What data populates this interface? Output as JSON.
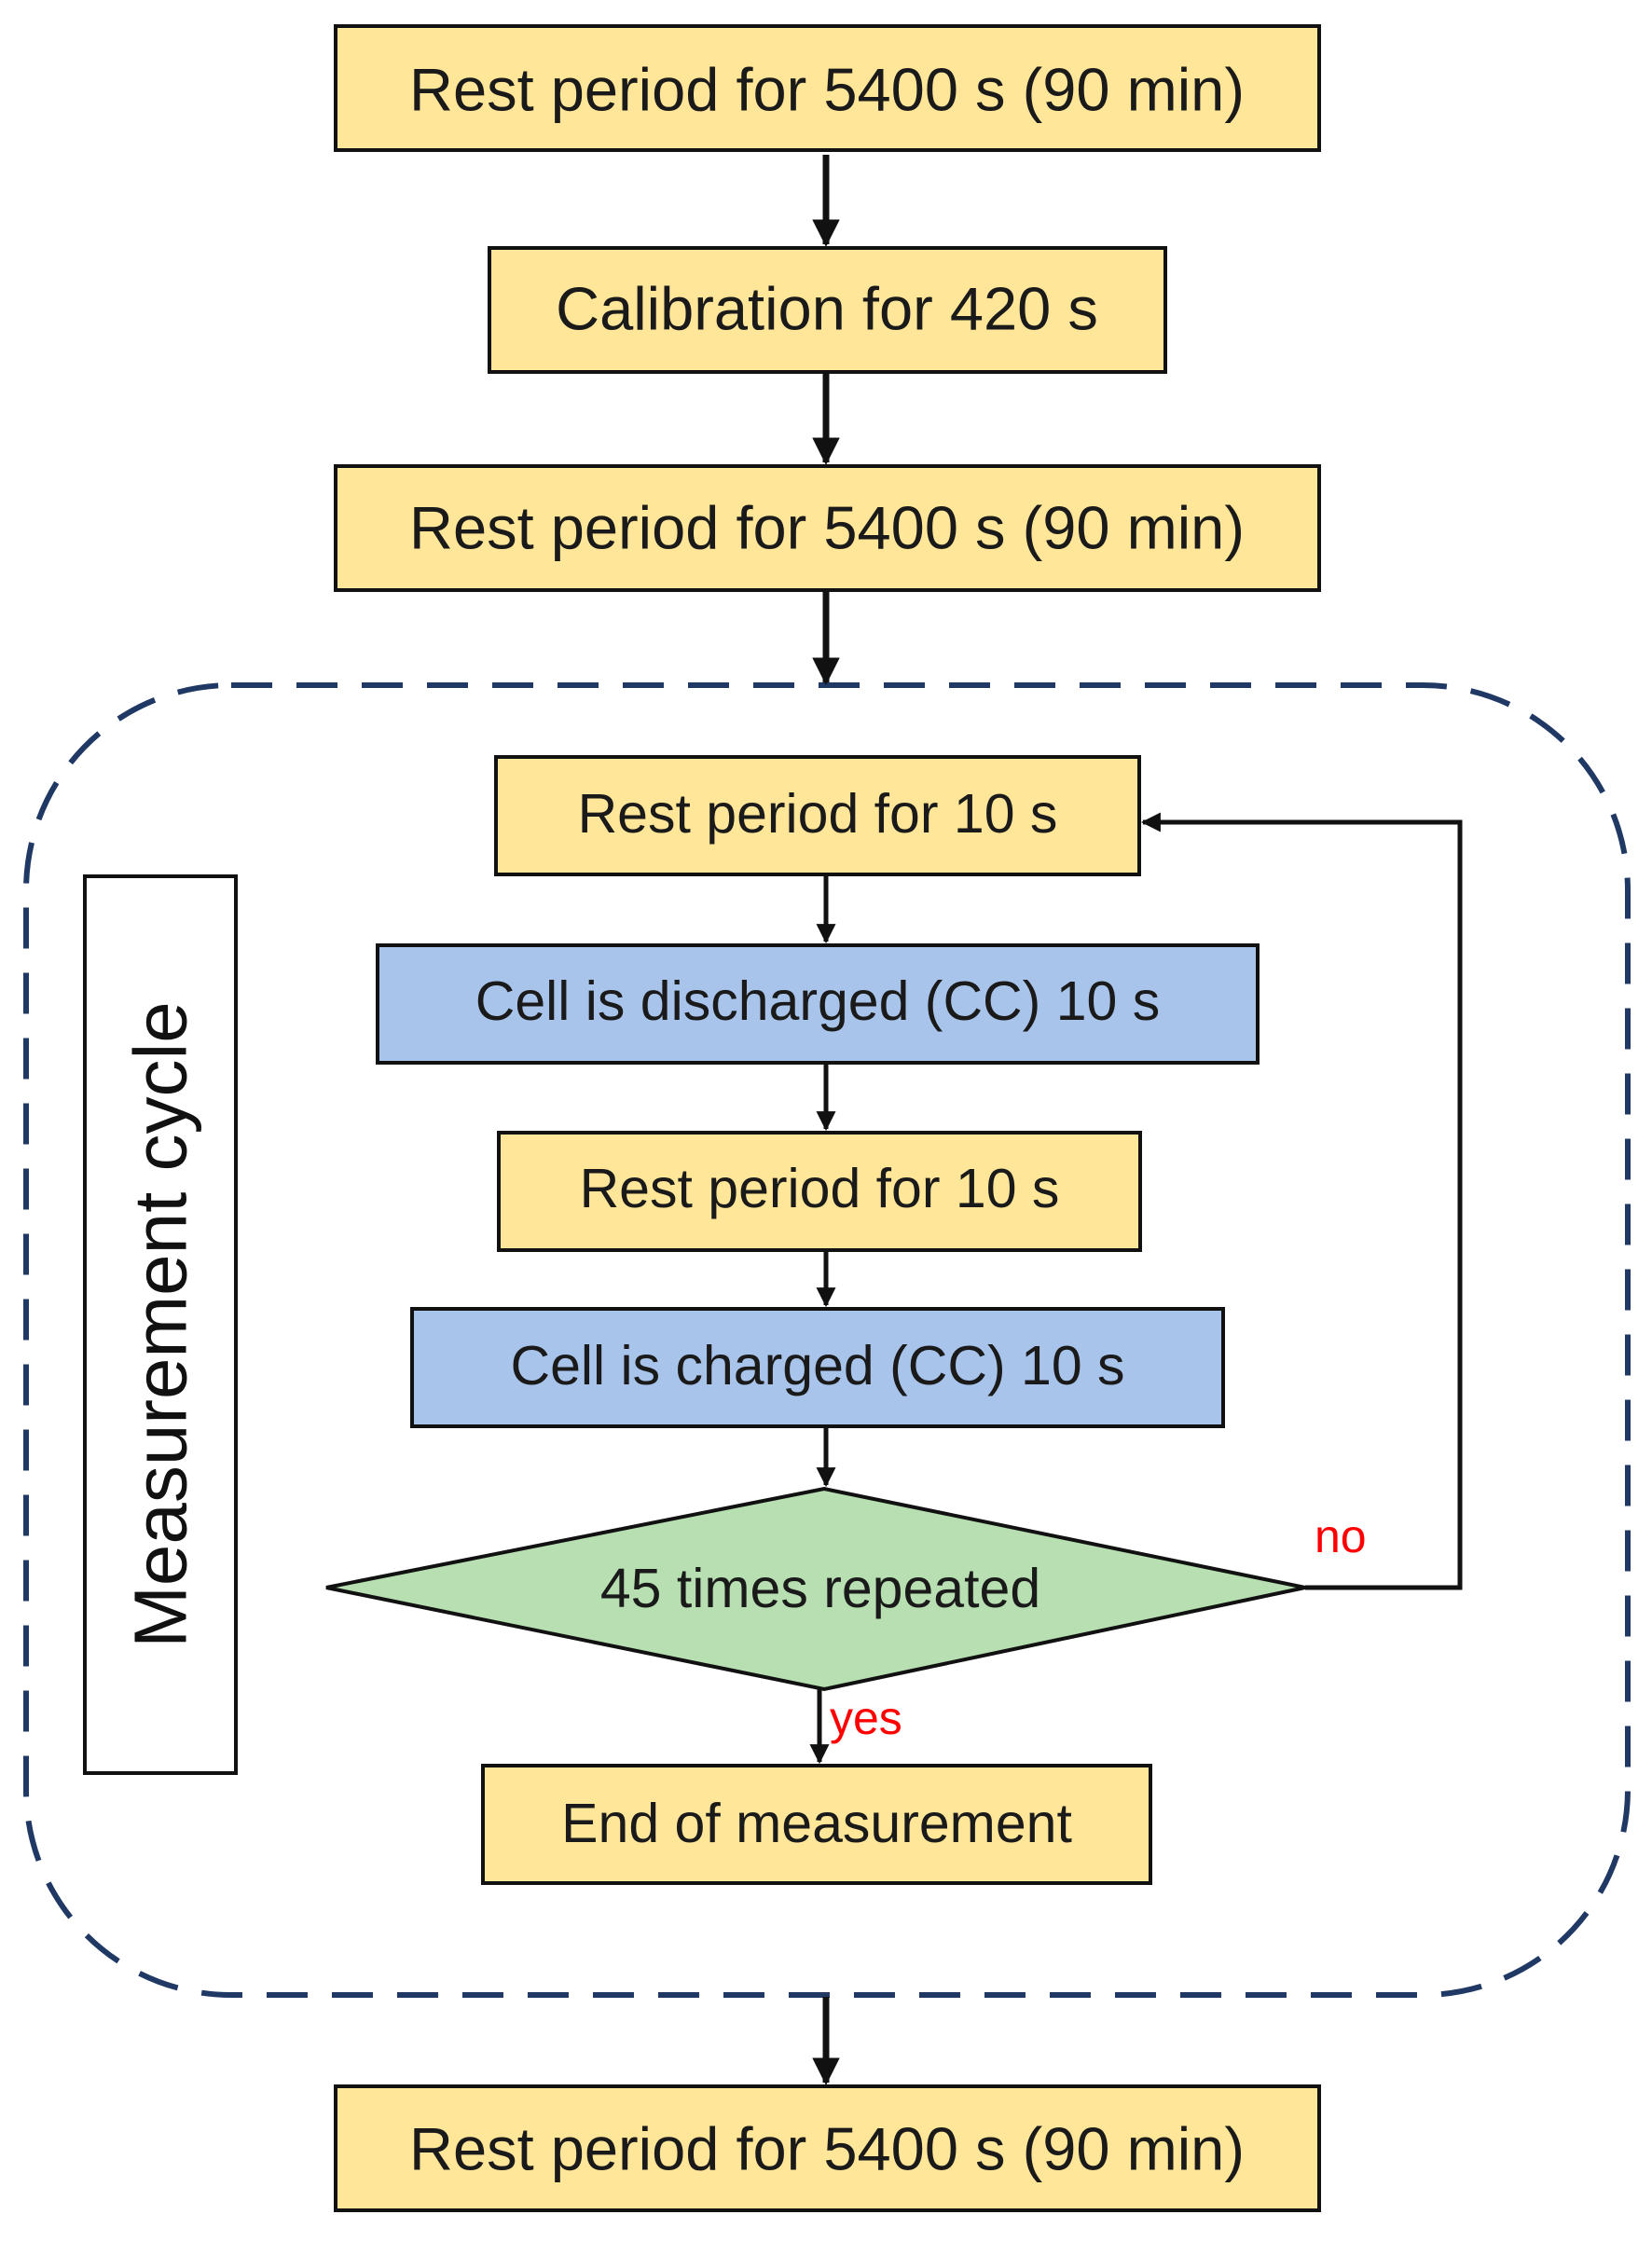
{
  "colors": {
    "process_fill": "#FFE699",
    "charge_fill": "#A9C4EB",
    "decision_fill": "#B7DFB1",
    "border": "#111111",
    "group_border": "#1F3864",
    "branch_label": "#FF0000"
  },
  "steps": {
    "rest_1": "Rest period for 5400 s (90 min)",
    "calibration": "Calibration for 420 s",
    "rest_2": "Rest period for 5400 s (90 min)",
    "rest_10s_a": "Rest period for 10 s",
    "discharge": "Cell is discharged (CC) 10 s",
    "rest_10s_b": "Rest period for 10 s",
    "charge": "Cell is charged (CC) 10 s",
    "decision": "45 times repeated",
    "end": "End of measurement",
    "rest_3": "Rest period for 5400 s (90 min)"
  },
  "labels": {
    "group": "Measurement cycle",
    "no": "no",
    "yes": "yes"
  }
}
